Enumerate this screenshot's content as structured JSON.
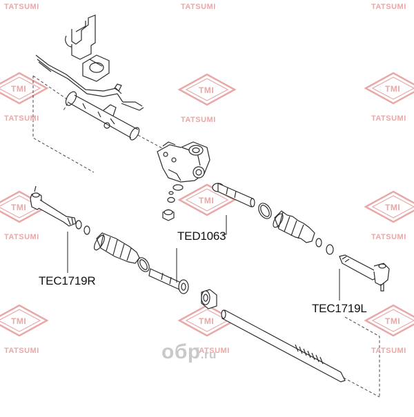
{
  "watermark": {
    "logo_text": "TMI",
    "brand_text": "TATSUMI",
    "color": "#e9a7a7"
  },
  "site_watermark": {
    "main": "oбр",
    "suffix": ".ru",
    "color": "#c9c9c9"
  },
  "part_labels": {
    "tie_rod_end_right": "TEC1719R",
    "tie_rod_inner": "TED1063",
    "tie_rod_end_left": "TEC1719L"
  },
  "colors": {
    "line": "#2a2a2a",
    "leader": "#222222"
  }
}
